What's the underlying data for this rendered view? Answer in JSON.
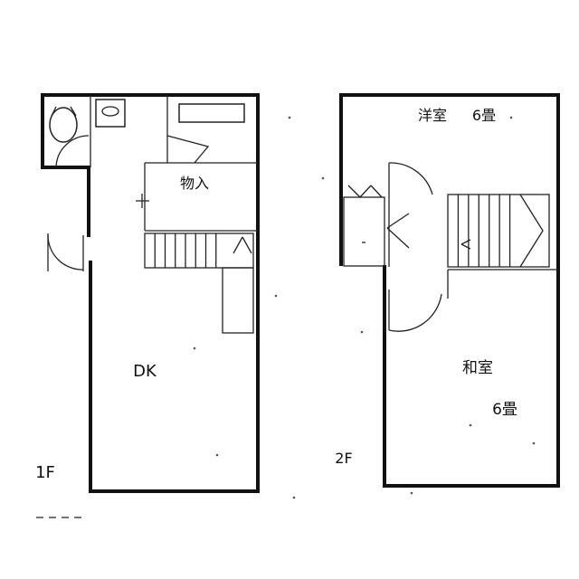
{
  "floor1": {
    "label": "1F",
    "rooms": {
      "storage": "物入",
      "dk": "DK"
    }
  },
  "floor2": {
    "label": "2F",
    "rooms": {
      "western_name": "洋室",
      "western_size": "6畳",
      "japanese_name": "和室",
      "japanese_size": "6畳"
    }
  }
}
